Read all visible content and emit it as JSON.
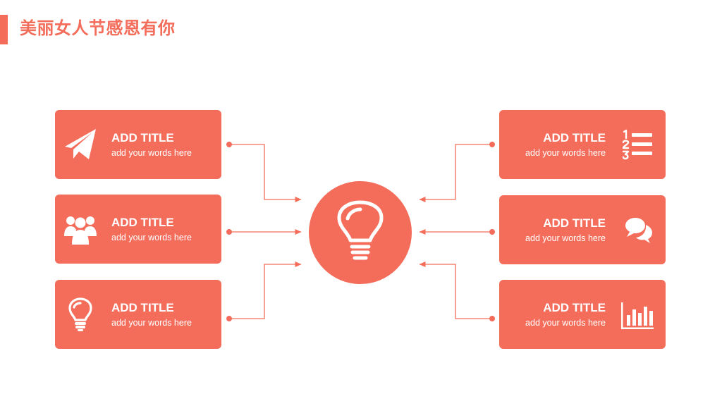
{
  "header": {
    "title": "美丽女人节感恩有你"
  },
  "colors": {
    "accent": "#f46d5b",
    "background": "#ffffff"
  },
  "hub": {
    "icon": "lightbulb-icon"
  },
  "cards": [
    {
      "side": "left",
      "icon": "paper-plane-icon",
      "title": "ADD TITLE",
      "subtitle": "add your words here"
    },
    {
      "side": "left",
      "icon": "people-group-icon",
      "title": "ADD TITLE",
      "subtitle": "add your words here"
    },
    {
      "side": "left",
      "icon": "lightbulb-outline-icon",
      "title": "ADD TITLE",
      "subtitle": "add your words here"
    },
    {
      "side": "right",
      "icon": "numbered-list-icon",
      "title": "ADD TITLE",
      "subtitle": "add your words here"
    },
    {
      "side": "right",
      "icon": "chat-bubbles-icon",
      "title": "ADD TITLE",
      "subtitle": "add your words here"
    },
    {
      "side": "right",
      "icon": "bar-chart-icon",
      "title": "ADD TITLE",
      "subtitle": "add your words here"
    }
  ]
}
